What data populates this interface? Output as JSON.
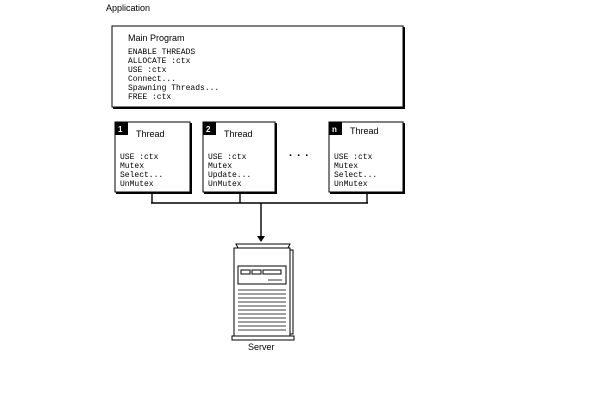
{
  "application_label": "Application",
  "main_program": {
    "title": "Main Program",
    "lines": [
      "ENABLE THREADS",
      "ALLOCATE :ctx",
      "USE :ctx",
      "Connect...",
      "Spawning Threads...",
      "FREE :ctx"
    ]
  },
  "threads": [
    {
      "badge": "1",
      "title": "Thread",
      "lines": [
        "USE :ctx",
        "Mutex",
        "Select...",
        "UnMutex"
      ]
    },
    {
      "badge": "2",
      "title": "Thread",
      "lines": [
        "USE :ctx",
        "Mutex",
        "Update...",
        "UnMutex"
      ]
    },
    {
      "badge": "n",
      "title": "Thread",
      "lines": [
        "USE :ctx",
        "Mutex",
        "Select...",
        "UnMutex"
      ]
    }
  ],
  "ellipsis": ". . .",
  "server_label": "Server"
}
